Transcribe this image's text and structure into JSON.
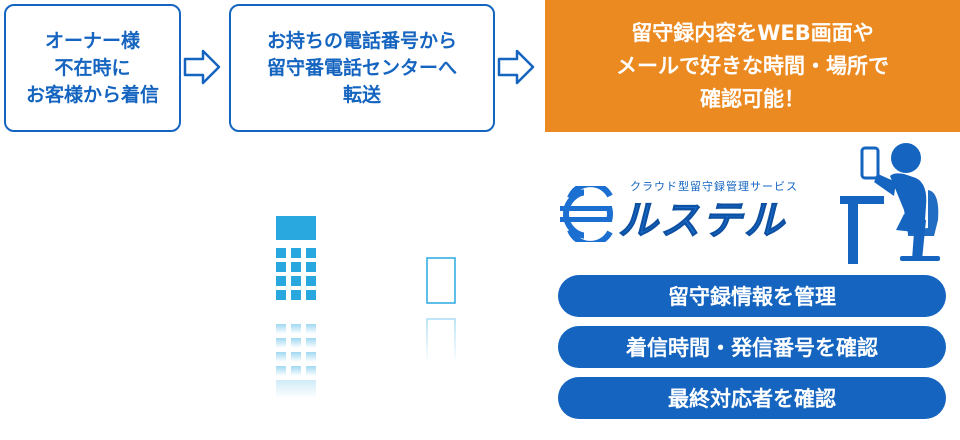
{
  "flow": {
    "step1": [
      "オーナー様",
      "不在時に",
      "お客様から着信"
    ],
    "step2": [
      "お持ちの電話番号から",
      "留守番電話センターへ",
      "転送"
    ],
    "step3": [
      "留守録内容をWEB画面や",
      "メールで好きな時間・場所で",
      "確認可能！"
    ]
  },
  "logo": {
    "tagline": "クラウド型留守録管理サービス",
    "name": "ルステル"
  },
  "features": [
    "留守録情報を管理",
    "着信時間・発信番号を確認",
    "最終対応者を確認"
  ],
  "colors": {
    "primary_blue": "#1565c0",
    "accent_orange": "#ec8a22",
    "light_blue": "#29a8e0"
  },
  "icons": {
    "arrows": "arrow-right-outline-icon",
    "person": "person-with-smartphone-icon",
    "keypad": "phone-keypad-icon",
    "card": "card-outline-icon"
  }
}
